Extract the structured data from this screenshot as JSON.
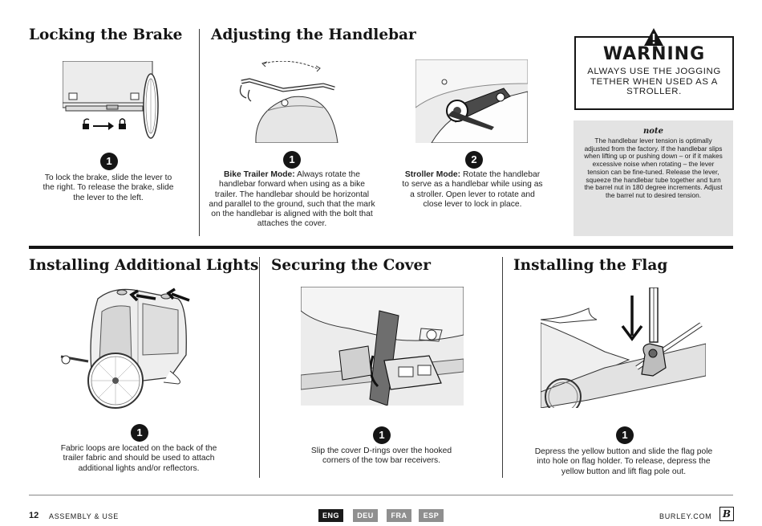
{
  "sections": {
    "locking_brake": {
      "title": "Locking the Brake",
      "step": "1",
      "caption": "To lock the brake, slide the lever to the right. To release the brake, slide the lever to the left."
    },
    "adjusting_handlebar": {
      "title": "Adjusting the Handlebar",
      "step1": {
        "number": "1",
        "mode": "Bike Trailer Mode:",
        "text": " Always rotate the handlebar forward when using as a bike trailer. The handlebar should be horizontal and parallel to the ground, such that the mark on the handlebar is aligned with the bolt that attaches the cover."
      },
      "step2": {
        "number": "2",
        "mode": "Stroller Mode:",
        "text": " Rotate the handlebar to serve as a handlebar while using as a stroller. Open lever to rotate and close lever to lock in place."
      }
    },
    "warning": {
      "title": "WARNING",
      "body": "ALWAYS USE THE JOGGING TETHER WHEN USED AS A STROLLER."
    },
    "note": {
      "title": "note",
      "body": "The handlebar lever tension is optimally adjusted from the factory. If the handlebar slips when lifting up or pushing down – or if it makes excessive noise when rotating – the lever tension can be fine-tuned. Release the lever, squeeze the handlebar tube together and turn the barrel nut in 180 degree increments. Adjust the barrel nut to desired tension."
    },
    "installing_lights": {
      "title": "Installing Additional Lights",
      "step": "1",
      "caption": "Fabric loops are located on the back of the trailer fabric and should be used to attach additional lights and/or reflectors."
    },
    "securing_cover": {
      "title": "Securing the Cover",
      "step": "1",
      "caption": "Slip the cover D-rings over the hooked corners of the tow bar receivers."
    },
    "installing_flag": {
      "title": "Installing the Flag",
      "step": "1",
      "caption": "Depress the yellow button and slide the flag pole into hole on flag holder. To release, depress the yellow button and lift flag pole out."
    }
  },
  "footer": {
    "page_number": "12",
    "section_label": "ASSEMBLY & USE",
    "languages": [
      {
        "code": "ENG",
        "active": true
      },
      {
        "code": "DEU",
        "active": false
      },
      {
        "code": "FRA",
        "active": false
      },
      {
        "code": "ESP",
        "active": false
      }
    ],
    "site": "BURLEY.COM",
    "logo_letter": "B"
  },
  "colors": {
    "active_lang": "#1a1a1a",
    "inactive_lang": "#8f8f8f",
    "note_bg": "#e3e3e3"
  }
}
